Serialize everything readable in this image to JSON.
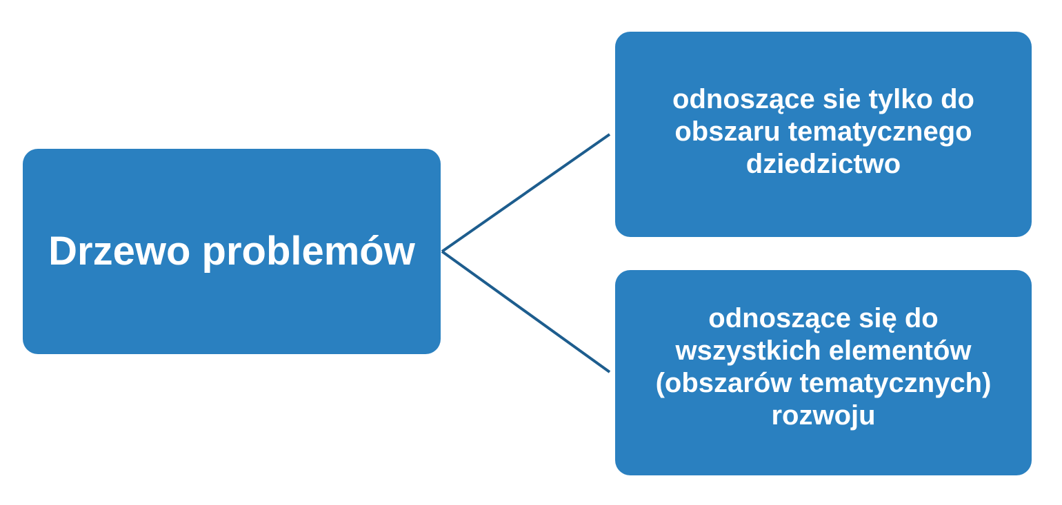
{
  "colors": {
    "box_fill": "#2a80c0",
    "connector": "#1d5d8e",
    "text": "#ffffff",
    "background": "#ffffff"
  },
  "root": {
    "label": "Drzewo problemów"
  },
  "children": [
    {
      "label": "odnoszące sie tylko do\nobszaru tematycznego\ndziedzictwo"
    },
    {
      "label": "odnoszące się do\nwszystkich elementów\n(obszarów tematycznych)\nrozwoju"
    }
  ]
}
